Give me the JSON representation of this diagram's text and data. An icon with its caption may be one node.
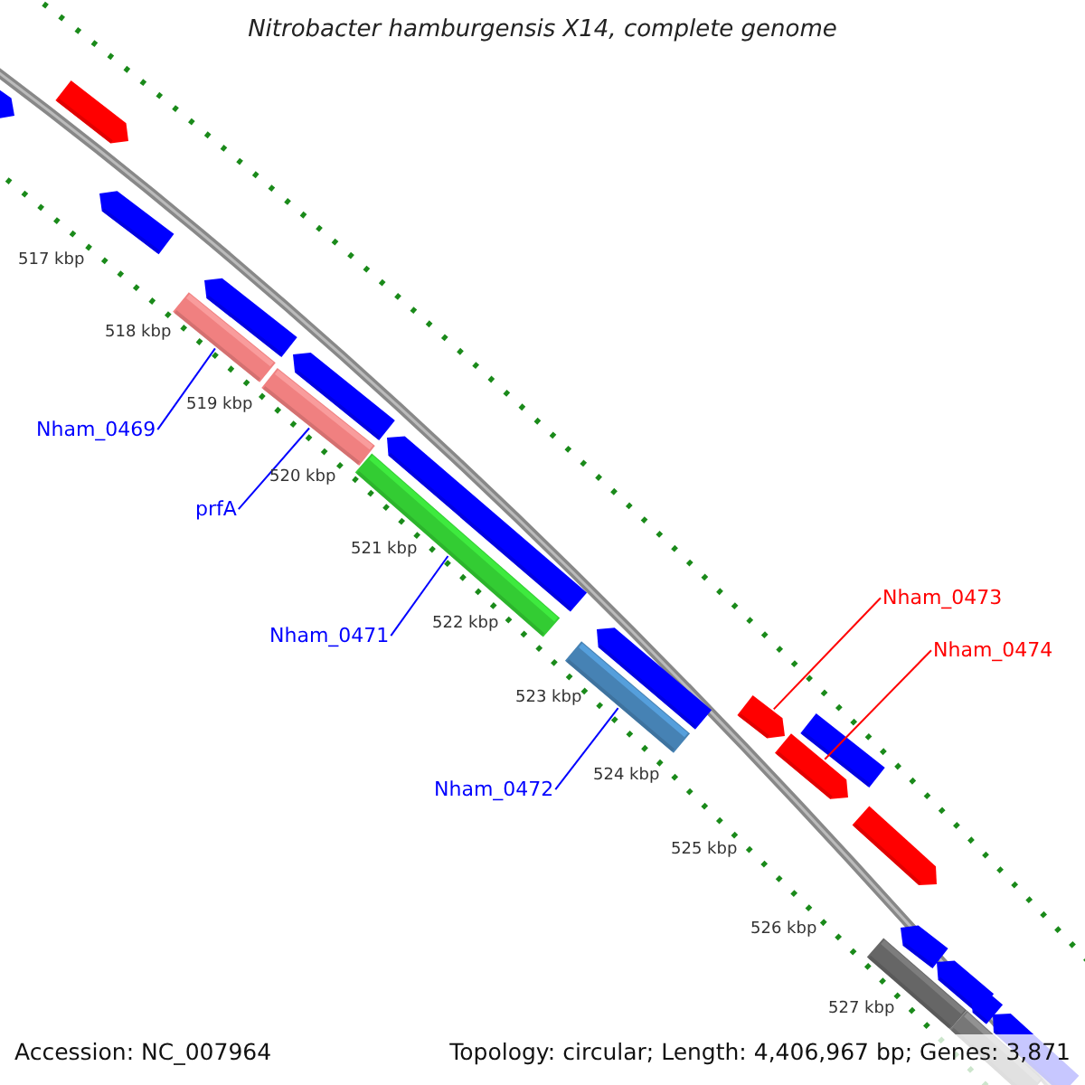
{
  "diagram": {
    "title": "Nitrobacter hamburgensis X14, complete genome",
    "nodes": [
      {
        "text": [],
        "shape": "bar"
      },
      {
        "text": [],
        "shape": "bar"
      },
      {
        "text": [],
        "shape": "bar"
      },
      {
        "text": [],
        "shape": "bar"
      },
      {
        "text": [],
        "shape": "bar"
      },
      {
        "text": [],
        "shape": "bar"
      },
      {
        "text": [],
        "shape": "bar"
      },
      {
        "text": [
          "Nham_0469"
        ]
      },
      {
        "text": [],
        "shape": "bar"
      },
      {
        "text": [],
        "shape": "bar"
      },
      {
        "text": [
          "prfA"
        ]
      },
      {
        "text": [
          "Nham_0473"
        ]
      },
      {
        "text": [],
        "shape": "bar"
      },
      {
        "text": [
          "Nham_0471"
        ]
      },
      {
        "text": [
          "Nham_0474"
        ]
      },
      {
        "text": [],
        "shape": "bar"
      },
      {
        "text": [],
        "shape": "bar"
      },
      {
        "text": [],
        "shape": "bar"
      },
      {
        "text": [],
        "shape": "bar"
      },
      {
        "text": [
          "Nham_0472"
        ]
      },
      {
        "text": [],
        "shape": "bar"
      },
      {
        "text": [],
        "shape": "bar"
      },
      {
        "text": [],
        "shape": "bar"
      },
      {
        "text": [],
        "shape": "bar"
      },
      {
        "text": [],
        "shape": "bar"
      },
      {
        "text": [],
        "shape": "bar"
      },
      {
        "text": [],
        "shape": "bar"
      }
    ],
    "edges": [
      {
        "from": 7,
        "to": 4,
        "arrow": "none"
      },
      {
        "from": 10,
        "to": 6,
        "arrow": "none"
      },
      {
        "from": 13,
        "to": 9,
        "arrow": "none"
      },
      {
        "from": 19,
        "to": 15,
        "arrow": "none"
      },
      {
        "from": 11,
        "to": 16,
        "arrow": "none",
        "color": "#ff0000"
      },
      {
        "from": 14,
        "to": 18,
        "arrow": "none",
        "color": "#ff0000"
      }
    ],
    "labels": [
      "517 kbp",
      "518 kbp",
      "519 kbp",
      "520 kbp",
      "521 kbp",
      "522 kbp",
      "523 kbp",
      "524 kbp",
      "525 kbp",
      "526 kbp",
      "527 kbp",
      "Accession: NC_007964",
      "Topology: circular; Length: 4,406,967 bp; Genes: 3,871"
    ]
  }
}
